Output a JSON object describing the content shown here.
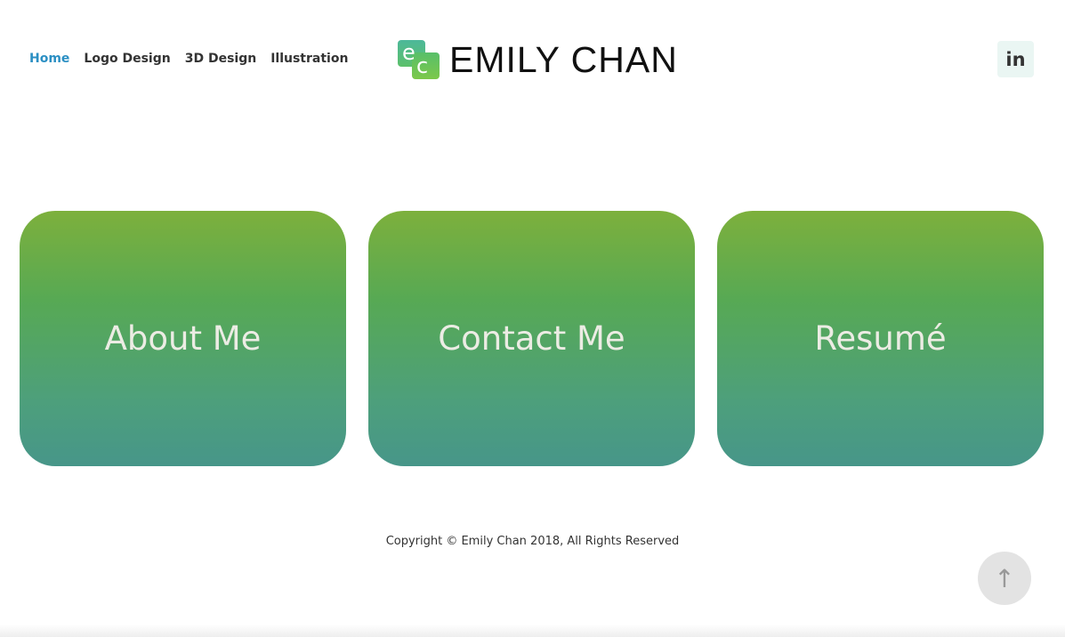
{
  "nav": {
    "items": [
      "Home",
      "Logo Design",
      "3D Design",
      "Illustration"
    ]
  },
  "logo": {
    "mark": "ec",
    "text": "EMILY CHAN"
  },
  "social": {
    "linkedin": "in"
  },
  "cards": [
    "About Me",
    "Contact Me",
    "Resumé"
  ],
  "footer": {
    "copyright": "Copyright © Emily Chan 2018, All Rights Reserved"
  },
  "icons": {
    "back_to_top": "↑"
  }
}
